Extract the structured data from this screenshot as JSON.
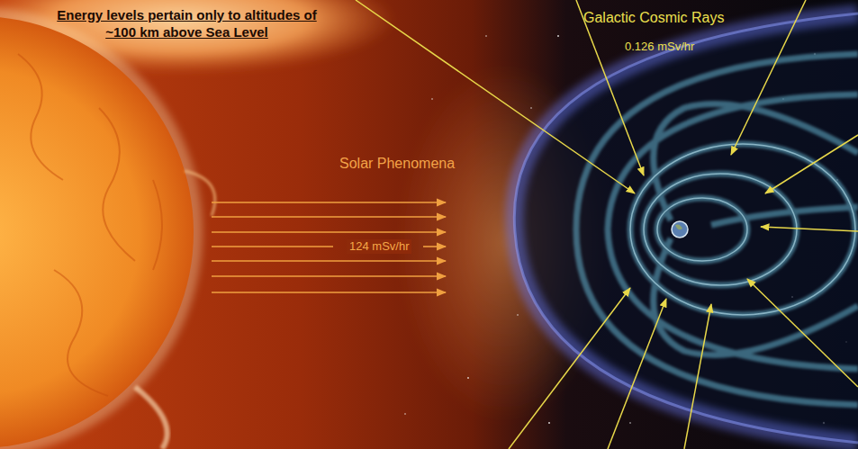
{
  "diagram": {
    "labels": [
      "Energy levels pertain only to altitudes of ~100 km above Sea Level",
      "Galactic Cosmic Rays",
      "0.126 mSv/hr",
      "Solar Phenomena",
      "124 mSv/hr"
    ]
  }
}
